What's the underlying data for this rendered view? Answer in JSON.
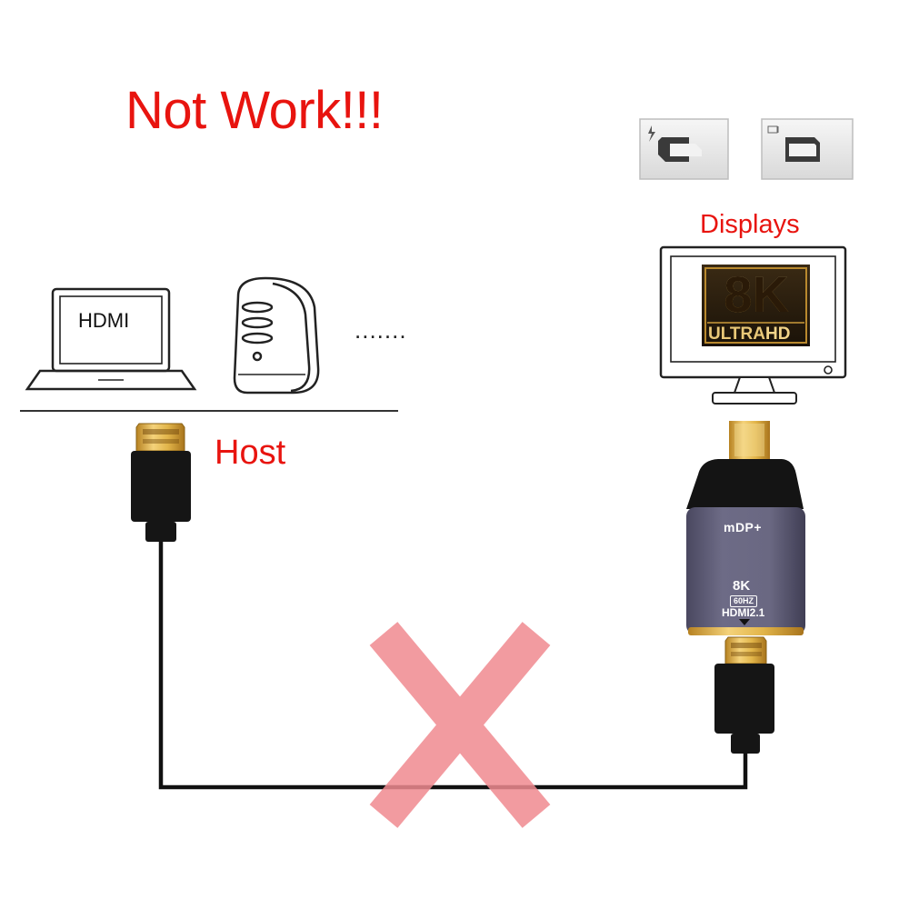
{
  "warning": {
    "title": "Not Work!!!"
  },
  "source": {
    "laptop_label": "HDMI",
    "ellipsis": ".......",
    "host_label": "Host"
  },
  "display": {
    "label": "Displays",
    "badge_main": "8K",
    "badge_ultra": "ULTRA",
    "badge_hd": "HD"
  },
  "adapter": {
    "top_label": "mDP+",
    "resolution": "8K",
    "refresh": "60HZ",
    "standard": "HDMI2.1"
  },
  "colors": {
    "warning_red": "#e8140f",
    "cross_pink": "#f08a90",
    "adapter_body": "#64627a",
    "cable": "#111111",
    "gold": "#d4a23a"
  },
  "icons": [
    "laptop-icon",
    "desktop-tower-icon",
    "thunderbolt-port-icon",
    "minidp-port-icon",
    "monitor-icon",
    "hdmi-plug-icon",
    "minidp-plug-icon",
    "cross-icon"
  ]
}
